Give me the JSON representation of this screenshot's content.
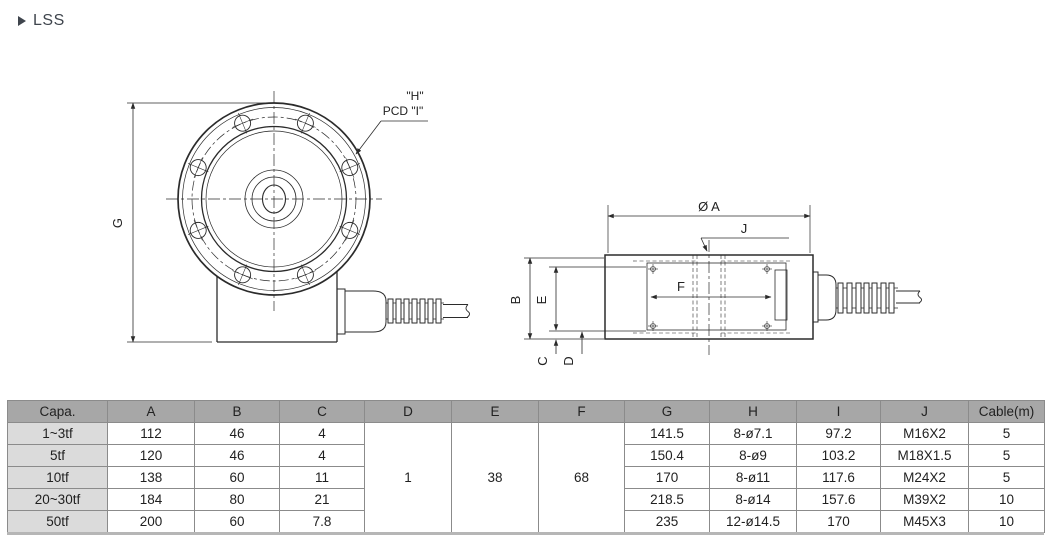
{
  "title": "LSS",
  "drawing": {
    "front_view": {
      "g_label": "G",
      "h_label": "\"H\"",
      "pcd_label": "PCD \"I\""
    },
    "side_view": {
      "a_label": "Ø A",
      "j_label": "J",
      "f_label": "F",
      "b_label": "B",
      "e_label": "E",
      "c_label": "C",
      "d_label": "D"
    }
  },
  "table": {
    "headers": [
      "Capa.",
      "A",
      "B",
      "C",
      "D",
      "E",
      "F",
      "G",
      "H",
      "I",
      "J",
      "Cable(m)"
    ],
    "merged": {
      "d": "1",
      "e": "38",
      "f": "68"
    },
    "rows": [
      {
        "capa": "1~3tf",
        "a": "112",
        "b": "46",
        "c": "4",
        "g": "141.5",
        "h": "8-ø7.1",
        "i": "97.2",
        "j": "M16X2",
        "cable": "5"
      },
      {
        "capa": "5tf",
        "a": "120",
        "b": "46",
        "c": "4",
        "g": "150.4",
        "h": "8-ø9",
        "i": "103.2",
        "j": "M18X1.5",
        "cable": "5"
      },
      {
        "capa": "10tf",
        "a": "138",
        "b": "60",
        "c": "11",
        "g": "170",
        "h": "8-ø11",
        "i": "117.6",
        "j": "M24X2",
        "cable": "5"
      },
      {
        "capa": "20~30tf",
        "a": "184",
        "b": "80",
        "c": "21",
        "g": "218.5",
        "h": "8-ø14",
        "i": "157.6",
        "j": "M39X2",
        "cable": "10"
      },
      {
        "capa": "50tf",
        "a": "200",
        "b": "60",
        "c": "7.8",
        "g": "235",
        "h": "12-ø14.5",
        "i": "170",
        "j": "M45X3",
        "cable": "10"
      }
    ]
  },
  "colors": {
    "line": "#2b2b2b",
    "header_bg": "#a7a7a7",
    "capa_col_bg": "#dbdbdb",
    "table_border": "#8b8b8b",
    "bottom_strip": "#b6b6b6",
    "title": "#3f454d"
  }
}
